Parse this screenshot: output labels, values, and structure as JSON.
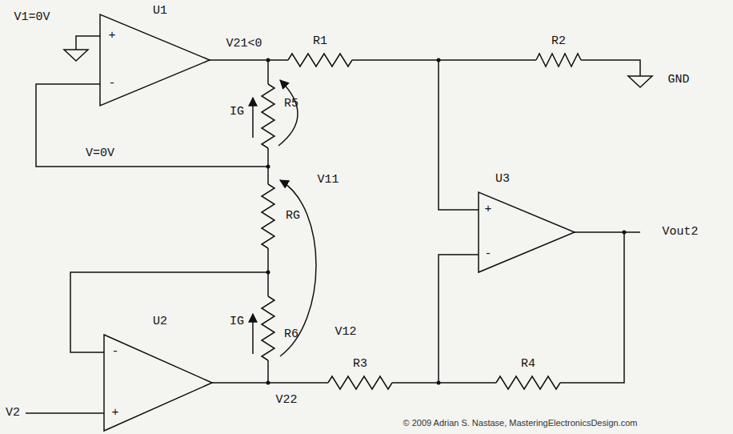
{
  "diagram": {
    "labels": [
      "V1=0V",
      "U1",
      "+",
      "-",
      "V21<0",
      "R1",
      "R2",
      "GND",
      "IG",
      "R5",
      "V=0V",
      "V11",
      "U3",
      "+",
      "-",
      "Vout2",
      "RG",
      "-",
      "U2",
      "IG",
      "R6",
      "V12",
      "V2",
      "+",
      "V22",
      "R3",
      "R4",
      "© 2009 Adrian S. Nastase, MasteringElectronicsDesign.com"
    ]
  }
}
